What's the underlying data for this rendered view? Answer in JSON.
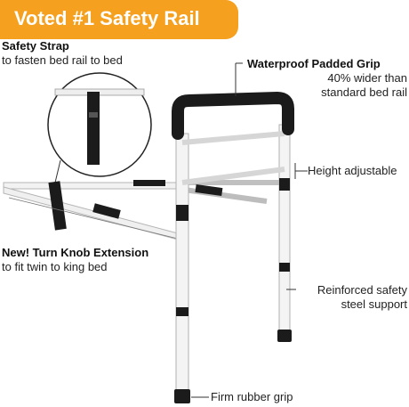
{
  "banner": {
    "title": "Voted #1 Safety Rail",
    "color": "#f5a01e"
  },
  "callouts": {
    "safety_strap": {
      "title": "Safety Strap",
      "desc": "to fasten bed rail to bed"
    },
    "grip": {
      "title": "Waterproof Padded Grip",
      "desc1": "40% wider than",
      "desc2": "standard bed rail"
    },
    "height": {
      "title": "Height adjustable"
    },
    "extension": {
      "title": "New! Turn Knob Extension",
      "desc": "to fit twin to king bed"
    },
    "support": {
      "line1": "Reinforced safety",
      "line2": "steel support"
    },
    "rubber": {
      "title": "Firm rubber grip"
    }
  },
  "product": {
    "frame_color": "#f4f4f4",
    "grip_color": "#1a1a1a"
  }
}
